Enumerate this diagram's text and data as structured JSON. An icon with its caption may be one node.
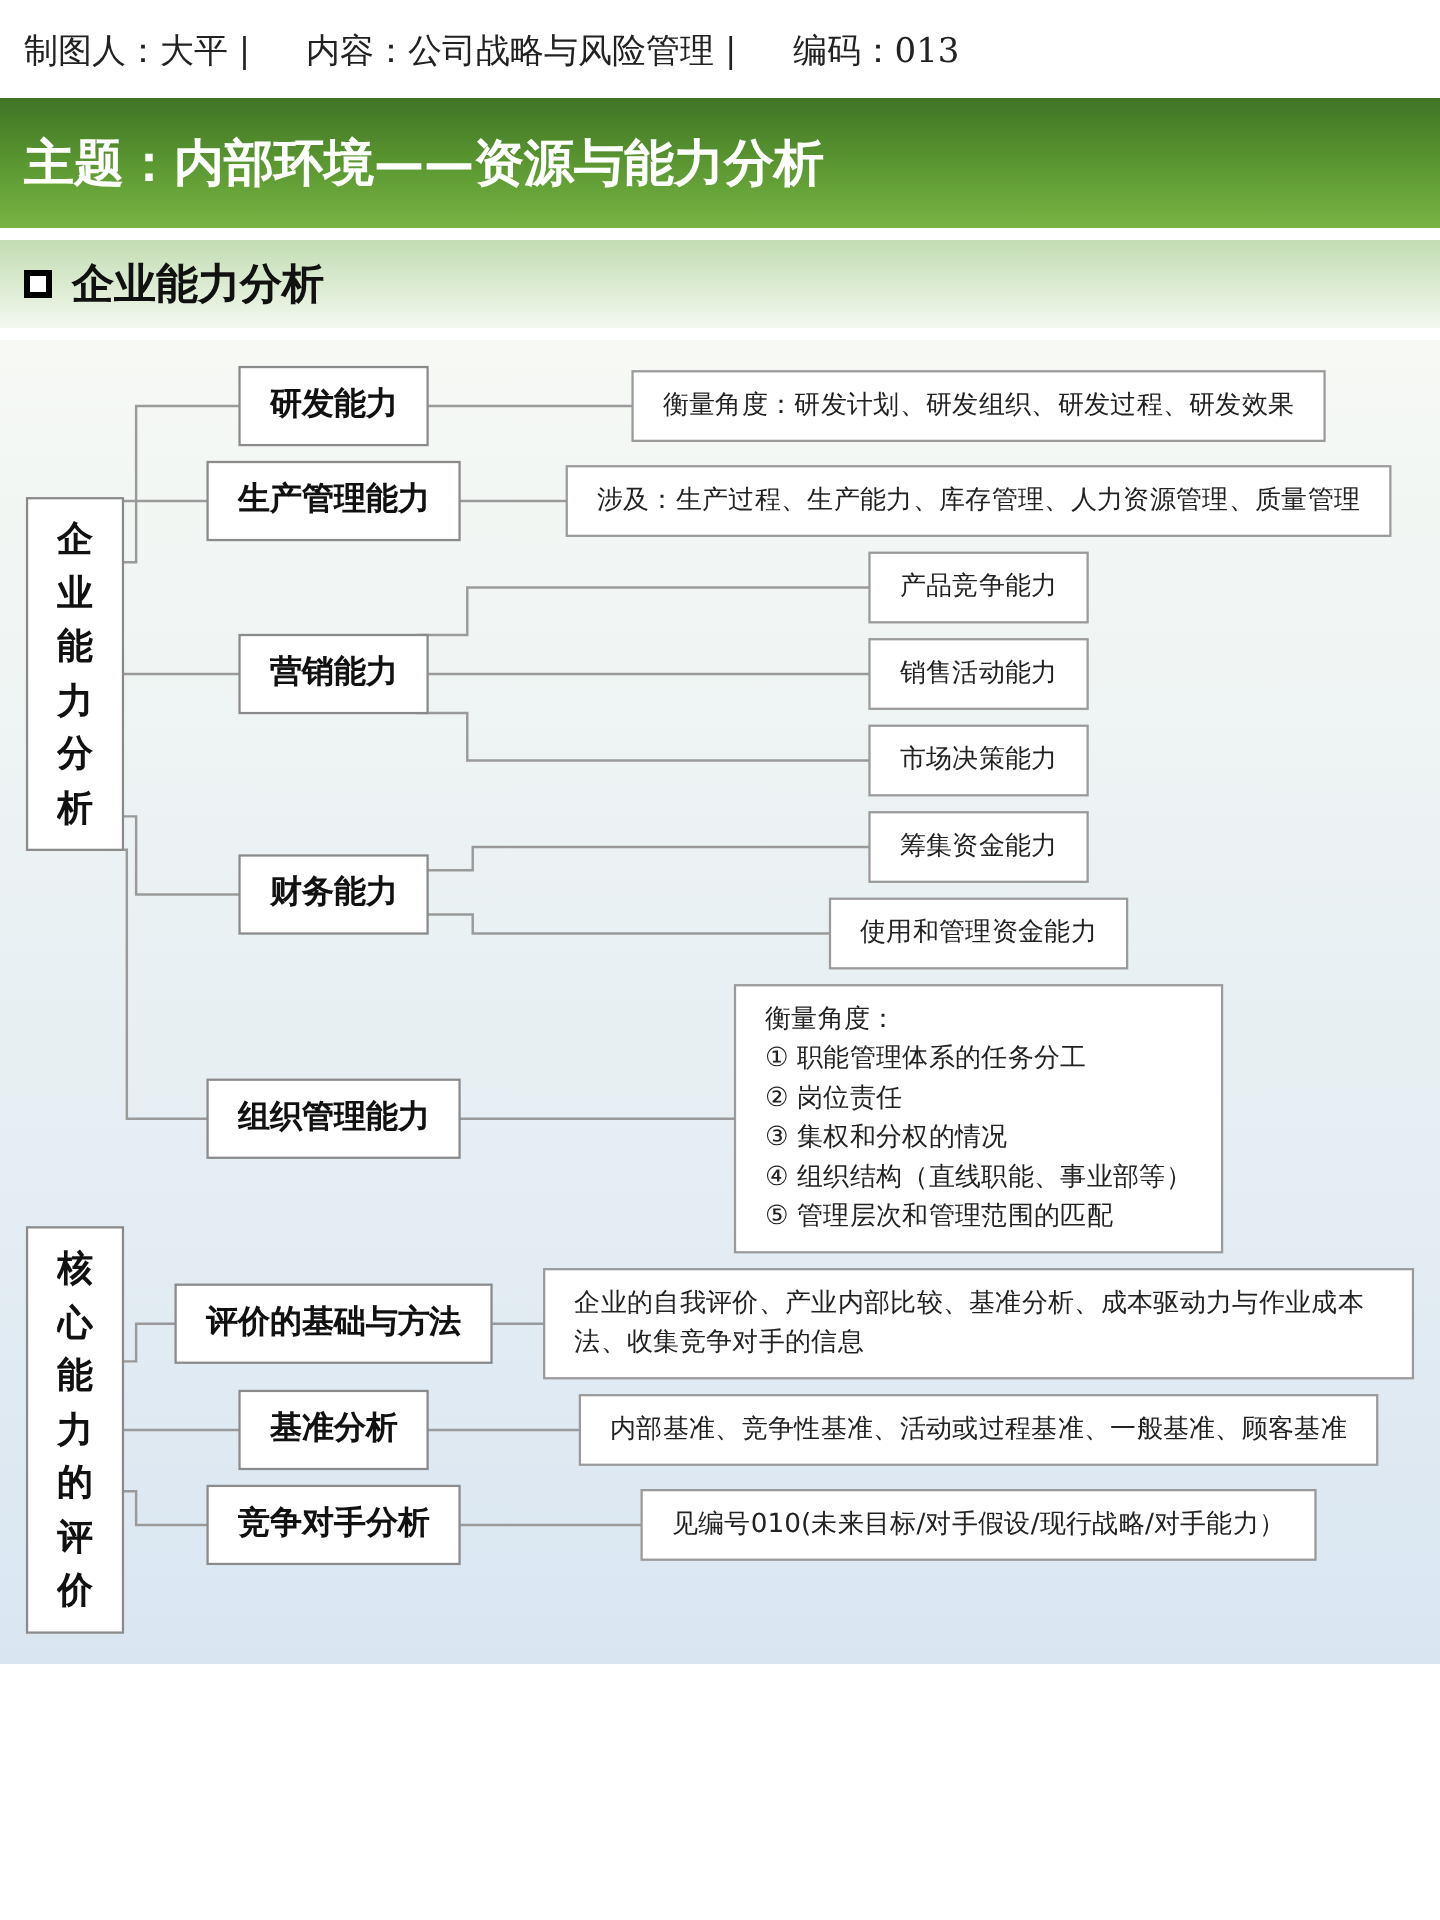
{
  "diagram": {
    "title": "主题：内部环境——资源与能力分析",
    "nodes": [
      {
        "text": [
          "企业能力分析"
        ]
      },
      {
        "text": [
          "研发能力"
        ]
      },
      {
        "text": [
          "衡量角度：研发计划、研发组织、研发过程、研发效果"
        ]
      },
      {
        "text": [
          "生产管理能力"
        ]
      },
      {
        "text": [
          "涉及：生产过程、生产能力、库存管理、人力资源管理、质量管理"
        ]
      },
      {
        "text": [
          "营销能力"
        ]
      },
      {
        "text": [
          "产品竞争能力"
        ]
      },
      {
        "text": [
          "销售活动能力"
        ]
      },
      {
        "text": [
          "市场决策能力"
        ]
      },
      {
        "text": [
          "财务能力"
        ]
      },
      {
        "text": [
          "筹集资金能力"
        ]
      },
      {
        "text": [
          "使用和管理资金能力"
        ]
      },
      {
        "text": [
          "组织管理能力"
        ]
      },
      {
        "text": [
          "衡量角度：",
          "① 职能管理体系的任务分工",
          "② 岗位责任",
          "③ 集权和分权的情况",
          "④ 组织结构（直线职能、事业部等）",
          "⑤ 管理层次和管理范围的匹配"
        ]
      },
      {
        "text": [
          "核心能力的评价"
        ]
      },
      {
        "text": [
          "评价的基础与方法"
        ]
      },
      {
        "text": [
          "企业的自我评价、产业内部比较、基准分析、成本驱动力与作业成本法、收集竞争对手的信息"
        ]
      },
      {
        "text": [
          "基准分析"
        ]
      },
      {
        "text": [
          "内部基准、竞争性基准、活动或过程基准、一般基准、顾客基准"
        ]
      },
      {
        "text": [
          "竞争对手分析"
        ]
      },
      {
        "text": [
          "见编号010(未来目标/对手假设/现行战略/对手能力）"
        ]
      }
    ],
    "edges": [
      {
        "from": 0,
        "to": 1,
        "arrow": "none"
      },
      {
        "from": 0,
        "to": 3,
        "arrow": "none"
      },
      {
        "from": 0,
        "to": 5,
        "arrow": "none"
      },
      {
        "from": 0,
        "to": 9,
        "arrow": "none"
      },
      {
        "from": 0,
        "to": 12,
        "arrow": "none"
      },
      {
        "from": 1,
        "to": 2,
        "arrow": "none"
      },
      {
        "from": 3,
        "to": 4,
        "arrow": "none"
      },
      {
        "from": 5,
        "to": 6,
        "arrow": "none"
      },
      {
        "from": 5,
        "to": 7,
        "arrow": "none"
      },
      {
        "from": 5,
        "to": 8,
        "arrow": "none"
      },
      {
        "from": 9,
        "to": 10,
        "arrow": "none"
      },
      {
        "from": 9,
        "to": 11,
        "arrow": "none"
      },
      {
        "from": 12,
        "to": 13,
        "arrow": "none"
      },
      {
        "from": 14,
        "to": 15,
        "arrow": "none"
      },
      {
        "from": 14,
        "to": 17,
        "arrow": "none"
      },
      {
        "from": 14,
        "to": 19,
        "arrow": "none"
      },
      {
        "from": 15,
        "to": 16,
        "arrow": "none"
      },
      {
        "from": 17,
        "to": 18,
        "arrow": "none"
      },
      {
        "from": 19,
        "to": 20,
        "arrow": "none"
      }
    ],
    "labels": [
      "制图人：大平 |",
      "内容：公司战略与风险管理 |",
      "编码：013",
      "企业能力分析"
    ]
  }
}
